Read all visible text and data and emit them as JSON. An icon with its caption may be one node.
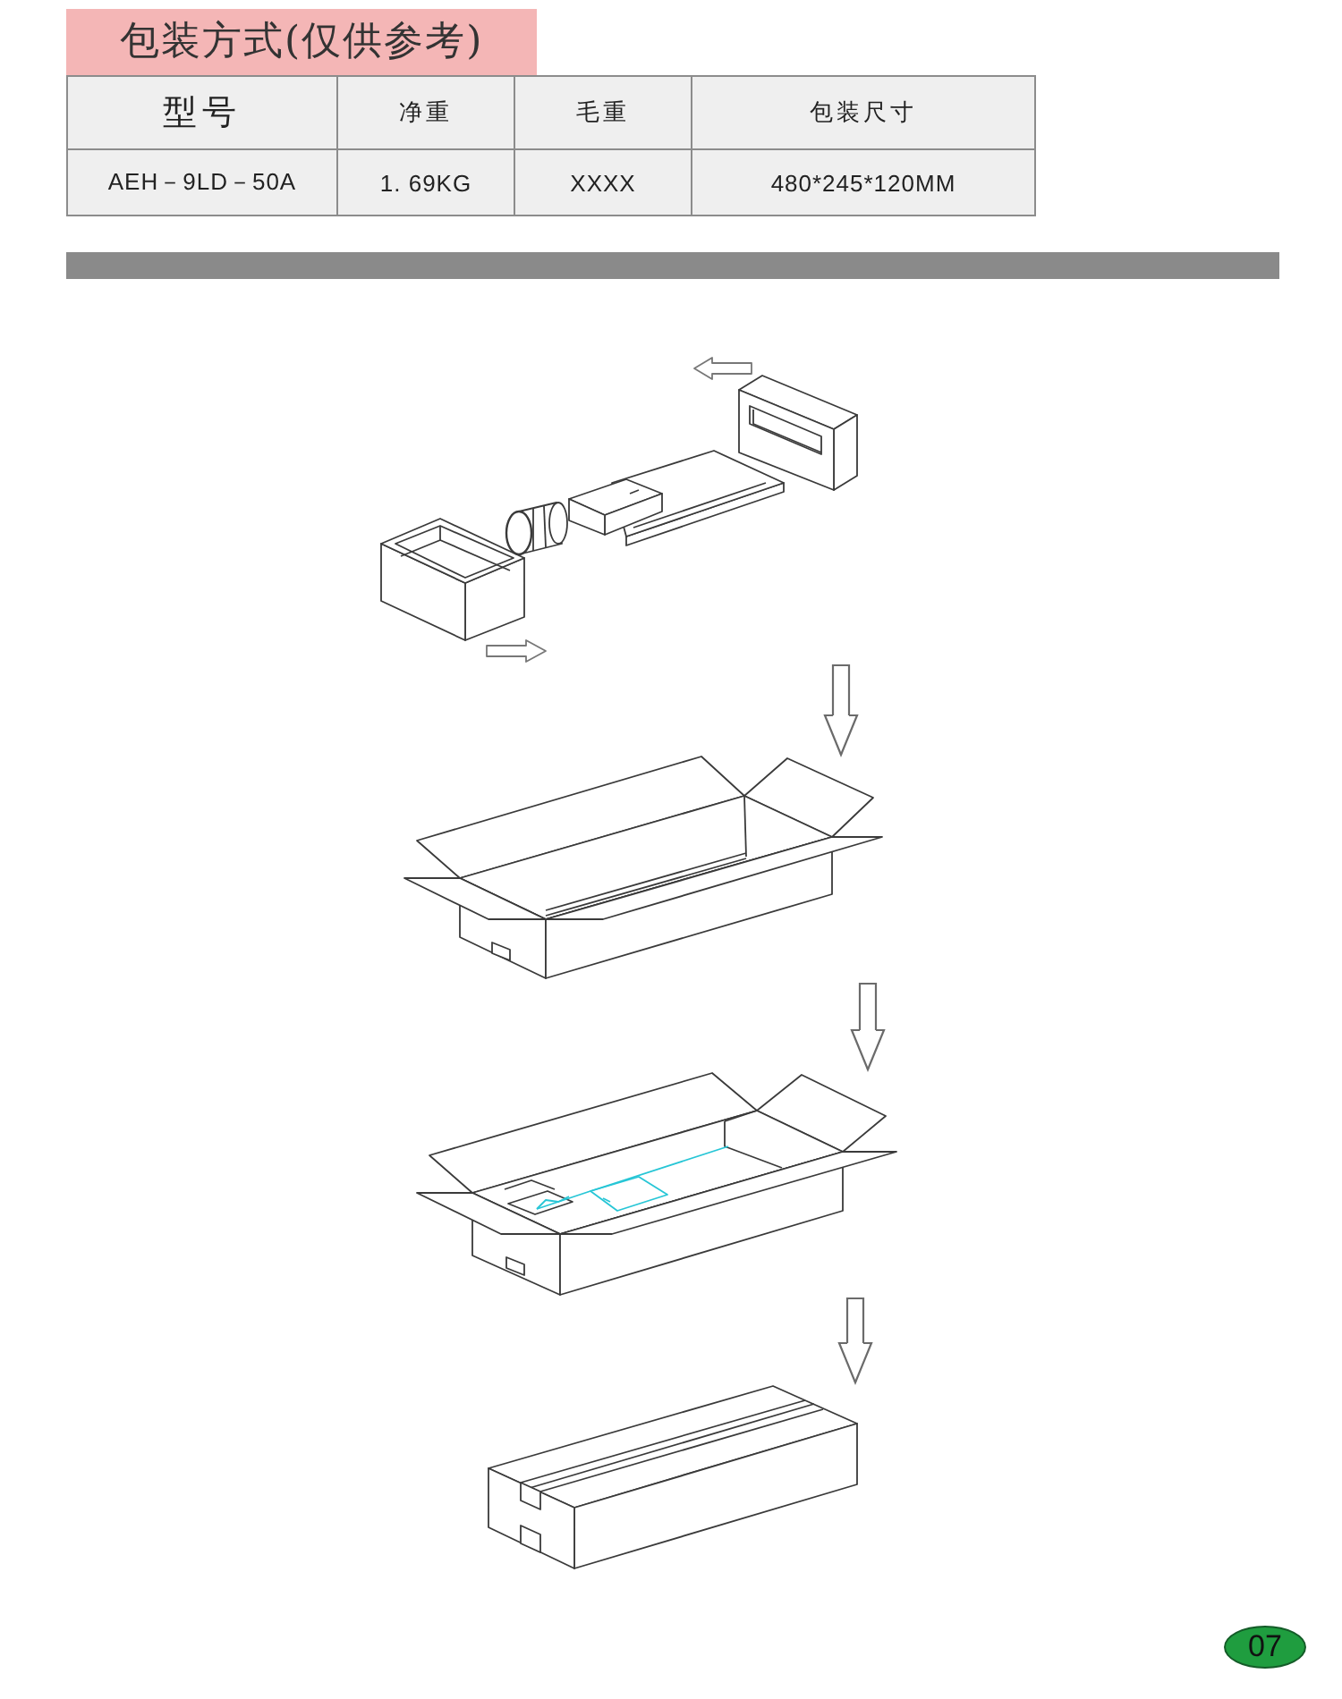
{
  "diagram": {
    "title": "包装方式(仅供参考)",
    "nodes": [
      {
        "text": [],
        "shape": "bar"
      },
      {
        "text": [],
        "shape": "picture"
      },
      {
        "text": [],
        "shape": "picture"
      },
      {
        "text": [],
        "shape": "picture"
      },
      {
        "text": [],
        "shape": "picture"
      },
      {
        "text": [
          "07"
        ]
      }
    ],
    "edges": [
      {
        "from": 1,
        "to": 2,
        "arrow": "to"
      },
      {
        "from": 2,
        "to": 3,
        "arrow": "to"
      },
      {
        "from": 3,
        "to": 4,
        "arrow": "to"
      }
    ],
    "labels": [
      "型号",
      "净重",
      "毛重",
      "包装尺寸",
      "AEH－9LD－50A",
      "1. 69KG",
      "XXXX",
      "480*245*120MM"
    ]
  }
}
